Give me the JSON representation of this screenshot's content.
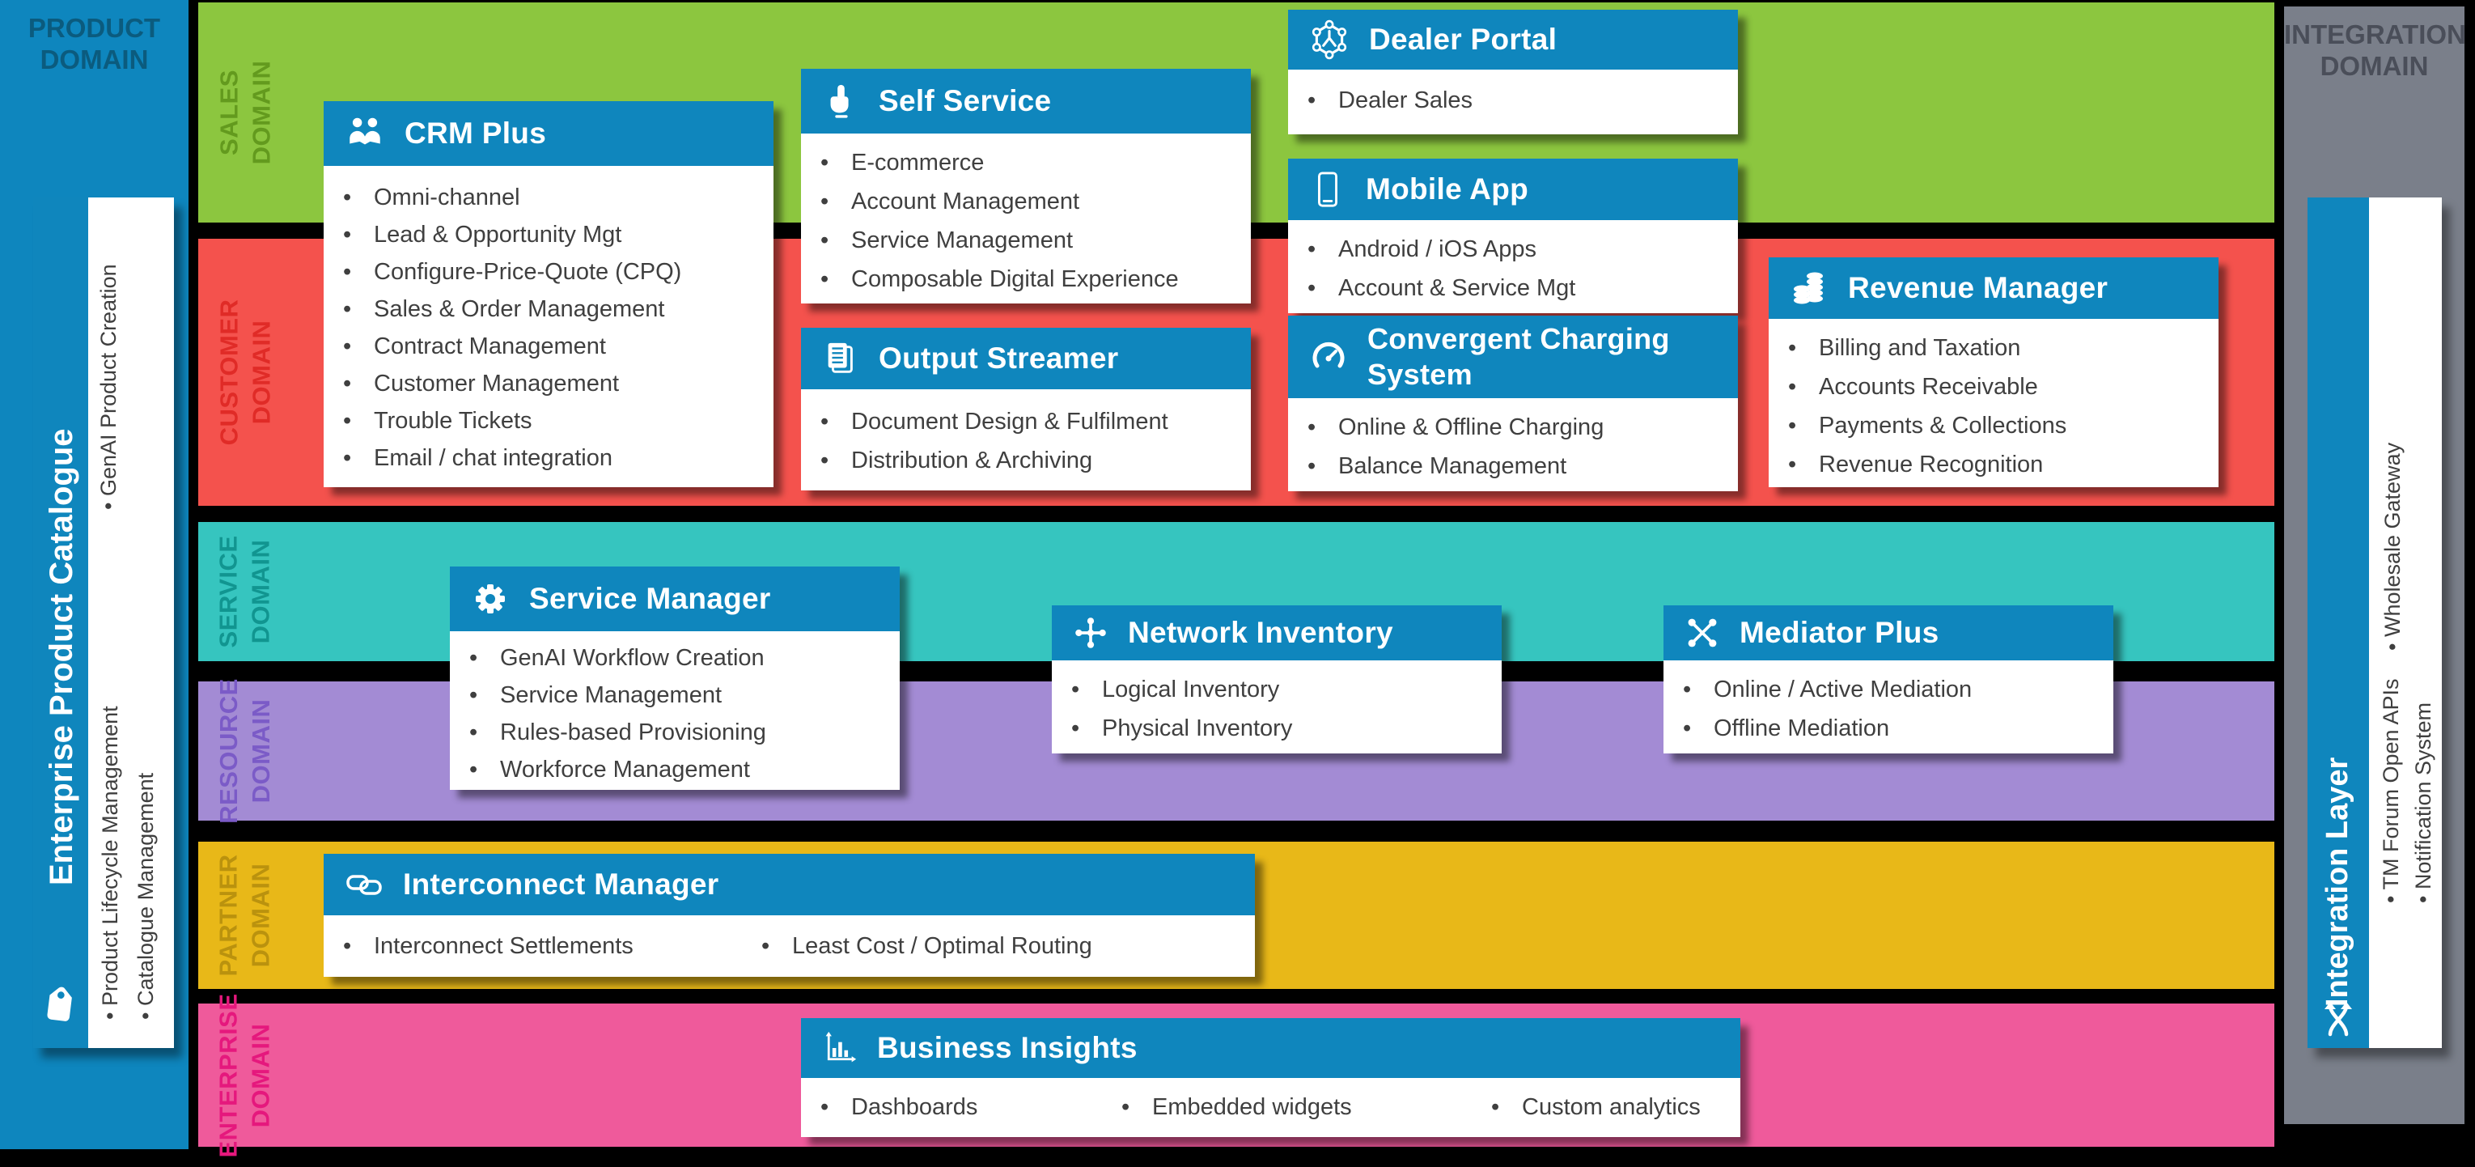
{
  "colors": {
    "blue": "#0F86BD",
    "product_col_bg": "#0E86BE",
    "product_title": "#0B5B7E",
    "integration_col_bg": "#7A7F8A",
    "integration_title": "#4A4E59",
    "bullet_text": "#3F3F3F",
    "sales_band": "#8CC63F",
    "sales_label": "#639A1E",
    "customer_band": "#F4524D",
    "customer_label": "#E02B27",
    "service_band": "#36C5BF",
    "service_label": "#119590",
    "resource_band": "#A38BD4",
    "resource_label": "#7B5BC7",
    "partner_band": "#E8B818",
    "partner_label": "#BA920E",
    "enterprise_band": "#EF5A9B",
    "enterprise_label": "#E5187D"
  },
  "left_panel": {
    "title": "PRODUCT DOMAIN",
    "catalogue": {
      "title": "Enterprise Product Catalogue",
      "icon": "tag-icon",
      "items": [
        "GenAI Product Creation",
        "Product Lifecycle Management",
        "Catalogue Management"
      ]
    }
  },
  "right_panel": {
    "title": "INTEGRATION DOMAIN",
    "integration": {
      "title": "Integration Layer",
      "icon": "shuffle-icon",
      "items": [
        "Wholesale Gateway",
        "TM Forum Open APIs",
        "Notification System"
      ]
    }
  },
  "bands": {
    "sales": {
      "label1": "SALES",
      "label2": "DOMAIN"
    },
    "customer": {
      "label1": "CUSTOMER",
      "label2": "DOMAIN"
    },
    "service": {
      "label1": "SERVICE",
      "label2": "DOMAIN"
    },
    "resource": {
      "label1": "RESOURCE",
      "label2": "DOMAIN"
    },
    "partner": {
      "label1": "PARTNER",
      "label2": "DOMAIN"
    },
    "enterprise": {
      "label1": "ENTERPRISE",
      "label2": "DOMAIN"
    }
  },
  "components": {
    "crm_plus": {
      "title": "CRM Plus",
      "icon": "people-icon",
      "items": [
        "Omni-channel",
        "Lead & Opportunity Mgt",
        "Configure-Price-Quote (CPQ)",
        "Sales & Order Management",
        "Contract Management",
        "Customer Management",
        "Trouble Tickets",
        "Email / chat integration"
      ]
    },
    "self_service": {
      "title": "Self Service",
      "icon": "tap-icon",
      "items": [
        "E-commerce",
        "Account Management",
        "Service Management",
        "Composable Digital Experience"
      ]
    },
    "dealer_portal": {
      "title": "Dealer Portal",
      "icon": "hex-network-icon",
      "items": [
        "Dealer Sales"
      ]
    },
    "mobile_app": {
      "title": "Mobile App",
      "icon": "phone-icon",
      "items": [
        "Android / iOS Apps",
        "Account & Service Mgt"
      ]
    },
    "output_streamer": {
      "title": "Output Streamer",
      "icon": "documents-icon",
      "items": [
        "Document Design & Fulfilment",
        "Distribution & Archiving"
      ]
    },
    "convergent_charging": {
      "title": "Convergent Charging System",
      "icon": "gauge-icon",
      "items": [
        "Online & Offline Charging",
        "Balance Management"
      ]
    },
    "revenue_manager": {
      "title": "Revenue Manager",
      "icon": "coins-icon",
      "items": [
        "Billing and Taxation",
        "Accounts Receivable",
        "Payments & Collections",
        "Revenue Recognition"
      ]
    },
    "service_manager": {
      "title": "Service Manager",
      "icon": "gear-icon",
      "items": [
        "GenAI Workflow Creation",
        "Service Management",
        "Rules-based Provisioning",
        "Workforce Management"
      ]
    },
    "network_inventory": {
      "title": "Network Inventory",
      "icon": "plus-network-icon",
      "items": [
        "Logical Inventory",
        "Physical Inventory"
      ]
    },
    "mediator_plus": {
      "title": "Mediator Plus",
      "icon": "x-network-icon",
      "items": [
        "Online / Active Mediation",
        "Offline Mediation"
      ]
    },
    "interconnect_manager": {
      "title": "Interconnect Manager",
      "icon": "chain-link-icon",
      "items": [
        "Interconnect Settlements",
        "Least Cost / Optimal Routing"
      ]
    },
    "business_insights": {
      "title": "Business Insights",
      "icon": "bar-chart-icon",
      "items": [
        "Dashboards",
        "Embedded widgets",
        "Custom analytics"
      ]
    }
  }
}
